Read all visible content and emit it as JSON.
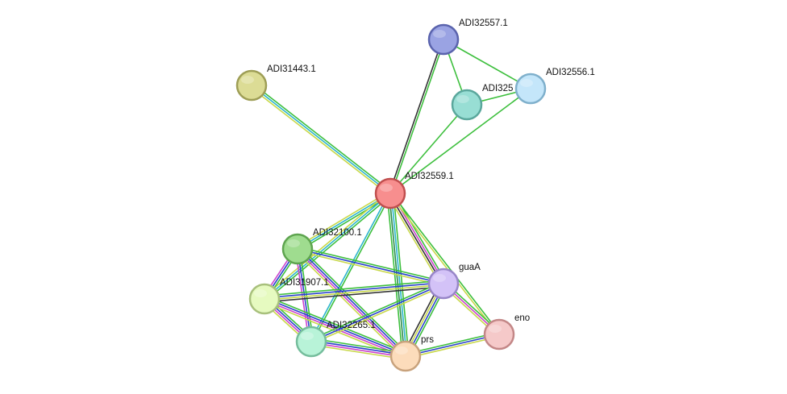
{
  "network": {
    "nodes": [
      {
        "id": "ADI32557.1",
        "label": "ADI32557.1",
        "fill": "#9aa3e3",
        "stroke": "#5a63ad"
      },
      {
        "id": "ADI31443.1",
        "label": "ADI31443.1",
        "fill": "#dcdc95",
        "stroke": "#9e9e56"
      },
      {
        "id": "ADI32556.1",
        "label": "ADI32556.1",
        "fill": "#c4e6fa",
        "stroke": "#7fb0cc"
      },
      {
        "id": "ADI325",
        "label": "ADI325",
        "fill": "#98ded4",
        "stroke": "#5aa79c"
      },
      {
        "id": "ADI32559.1",
        "label": "ADI32559.1",
        "fill": "#f78e8e",
        "stroke": "#c04e4e"
      },
      {
        "id": "ADI32100.1",
        "label": "ADI32100.1",
        "fill": "#9fdc8f",
        "stroke": "#5ea44f"
      },
      {
        "id": "guaA",
        "label": "guaA",
        "fill": "#d3c2f7",
        "stroke": "#9886c8"
      },
      {
        "id": "ADI31907.1",
        "label": "ADI31907.1",
        "fill": "#e6fac0",
        "stroke": "#a8c07c"
      },
      {
        "id": "ADI32265.1",
        "label": "ADI32265.1",
        "fill": "#b8f3d8",
        "stroke": "#75bd9c"
      },
      {
        "id": "eno",
        "label": "eno",
        "fill": "#f5c9c9",
        "stroke": "#c38787"
      },
      {
        "id": "prs",
        "label": "prs",
        "fill": "#fcdcbb",
        "stroke": "#c8a27c"
      }
    ],
    "edges": [
      {
        "source": "ADI32557.1",
        "target": "ADI32559.1",
        "colors": [
          "#3dbf3d",
          "#333333"
        ]
      },
      {
        "source": "ADI32557.1",
        "target": "ADI325",
        "colors": [
          "#3dbf3d"
        ]
      },
      {
        "source": "ADI32557.1",
        "target": "ADI32556.1",
        "colors": [
          "#3dbf3d"
        ]
      },
      {
        "source": "ADI325",
        "target": "ADI32556.1",
        "colors": [
          "#3dbf3d"
        ]
      },
      {
        "source": "ADI325",
        "target": "ADI32559.1",
        "colors": [
          "#3dbf3d"
        ]
      },
      {
        "source": "ADI32556.1",
        "target": "ADI32559.1",
        "colors": [
          "#3dbf3d"
        ]
      },
      {
        "source": "ADI31443.1",
        "target": "ADI32559.1",
        "colors": [
          "#3dbf3d",
          "#2bb5cc",
          "#c8d84a"
        ]
      },
      {
        "source": "ADI32559.1",
        "target": "ADI32100.1",
        "colors": [
          "#3dbf3d",
          "#2bb5cc",
          "#c8d84a"
        ]
      },
      {
        "source": "ADI32559.1",
        "target": "ADI31907.1",
        "colors": [
          "#3dbf3d",
          "#2bb5cc",
          "#c8d84a"
        ]
      },
      {
        "source": "ADI32559.1",
        "target": "ADI32265.1",
        "colors": [
          "#3dbf3d",
          "#2bb5cc"
        ]
      },
      {
        "source": "ADI32559.1",
        "target": "prs",
        "colors": [
          "#3dbf3d",
          "#2bb5cc",
          "#2b8c4a",
          "#3dbf3d"
        ]
      },
      {
        "source": "ADI32559.1",
        "target": "guaA",
        "colors": [
          "#3dbf3d",
          "#cc44cc",
          "#333333",
          "#c8d84a"
        ]
      },
      {
        "source": "ADI32559.1",
        "target": "eno",
        "colors": [
          "#3dbf3d",
          "#c8d84a"
        ]
      },
      {
        "source": "ADI32100.1",
        "target": "guaA",
        "colors": [
          "#3dbf3d",
          "#2b44cc",
          "#c8d84a"
        ]
      },
      {
        "source": "ADI32100.1",
        "target": "ADI31907.1",
        "colors": [
          "#3dbf3d",
          "#2b44cc",
          "#cc44cc"
        ]
      },
      {
        "source": "ADI32100.1",
        "target": "ADI32265.1",
        "colors": [
          "#3dbf3d",
          "#2b44cc",
          "#cc44cc"
        ]
      },
      {
        "source": "ADI32100.1",
        "target": "prs",
        "colors": [
          "#3dbf3d",
          "#2b44cc",
          "#cc44cc",
          "#c8d84a"
        ]
      },
      {
        "source": "ADI31907.1",
        "target": "guaA",
        "colors": [
          "#3dbf3d",
          "#2b44cc",
          "#c8d84a",
          "#333333"
        ]
      },
      {
        "source": "ADI31907.1",
        "target": "ADI32265.1",
        "colors": [
          "#3dbf3d",
          "#2b44cc",
          "#cc44cc",
          "#c8d84a"
        ]
      },
      {
        "source": "ADI31907.1",
        "target": "prs",
        "colors": [
          "#3dbf3d",
          "#2b44cc",
          "#cc44cc",
          "#c8d84a"
        ]
      },
      {
        "source": "ADI32265.1",
        "target": "guaA",
        "colors": [
          "#3dbf3d",
          "#2b44cc",
          "#c8d84a"
        ]
      },
      {
        "source": "ADI32265.1",
        "target": "prs",
        "colors": [
          "#3dbf3d",
          "#2b44cc",
          "#cc44cc",
          "#c8d84a"
        ]
      },
      {
        "source": "guaA",
        "target": "prs",
        "colors": [
          "#3dbf3d",
          "#2b44cc",
          "#c8d84a",
          "#333333"
        ]
      },
      {
        "source": "guaA",
        "target": "eno",
        "colors": [
          "#3dbf3d",
          "#cc44cc",
          "#c8d84a"
        ]
      },
      {
        "source": "prs",
        "target": "eno",
        "colors": [
          "#3dbf3d",
          "#2b44cc",
          "#c8d84a"
        ]
      }
    ]
  }
}
